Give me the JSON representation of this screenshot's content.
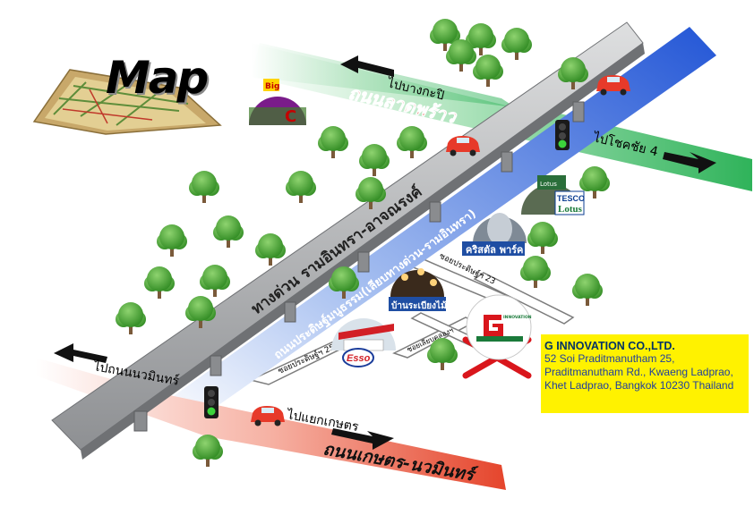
{
  "title": "Map",
  "labels": {
    "to_bang_kapi": "ไปบางกะปิ",
    "lat_phrao_road": "ถนนลาดพร้าว",
    "to_chok_chai": "ไปโชคชัย 4",
    "expressway": "ทางด่วน รามอินทรา-อาจณรงค์",
    "pradit_road": "ถนนประดิษฐ์มนูธรรม(เลียบทางด่วน-รามอินทรา)",
    "to_nawamin": "ไปถนนนวมินทร์",
    "to_kaset": "ไปแยกเกษตร",
    "kaset_road": "ถนนเกษตร-นวมินทร์",
    "soi_23": "ซอยประดิษฐ์ฯ 23",
    "soi_25": "ซอยประดิษฐ์ฯ 25",
    "soi_kunsit": "ซอยเลียบคลองฯ"
  },
  "landmarks": {
    "bigc": "Big C",
    "tesco": "TESCO",
    "lotus": "Lotus",
    "crystal_park": "คริสตัล พาร์ค",
    "ban_rabiang": "บ้านระเบียงไม้",
    "esso": "Esso"
  },
  "company": {
    "name": "G INNOVATION CO.,LTD.",
    "address_lines": [
      "52 Soi Praditmanutham 25,",
      "Praditmanutham Rd., Kwaeng Ladprao,",
      "Khet Ladprao, Bangkok 10230 Thailand"
    ],
    "logo_text": "INNOVATION"
  },
  "colors": {
    "green_road": "#3fbf6a",
    "blue_road": "#2f62d8",
    "red_road": "#e8503a",
    "expressway": "#a6a8ab",
    "tree": "#3a9a2b",
    "info_bg": "#fff200",
    "marker": "#d9161c"
  }
}
